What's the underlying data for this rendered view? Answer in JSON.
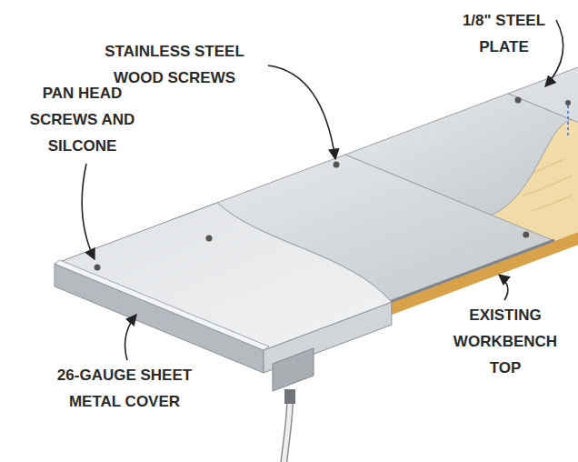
{
  "diagram": {
    "labels": [
      "STAINLESS STEEL WOOD SCREWS",
      "1/8\" STEEL PLATE",
      "PAN HEAD SCREWS AND SILCONE",
      "EXISTING WORKBENCH TOP",
      "26-GAUGE SHEET METAL COVER"
    ]
  }
}
